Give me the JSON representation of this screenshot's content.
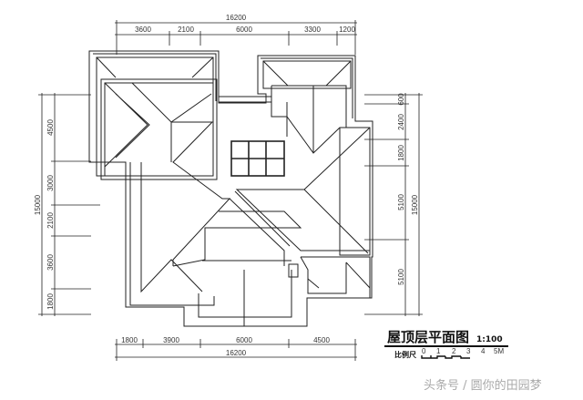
{
  "drawing": {
    "title": "屋顶层平面图",
    "scale_ratio": "1:100",
    "scale_bar_label": "比例尺",
    "scale_ticks": [
      "0",
      "1",
      "2",
      "3",
      "4",
      "5M"
    ],
    "watermark": "头条号 / 圆你的田园梦"
  },
  "dimensions": {
    "top_total": "16200",
    "top": [
      "3600",
      "2100",
      "6000",
      "3300",
      "1200"
    ],
    "bottom_total": "16200",
    "bottom": [
      "1800",
      "3900",
      "6000",
      "4500"
    ],
    "left_total": "15000",
    "left": [
      "4500",
      "3000",
      "2100",
      "3600",
      "1800"
    ],
    "right_total": "15000",
    "right": [
      "600",
      "2400",
      "1800",
      "5100",
      "5100"
    ]
  },
  "colors": {
    "line": "#222222",
    "watermark": "#aaaaaa"
  }
}
